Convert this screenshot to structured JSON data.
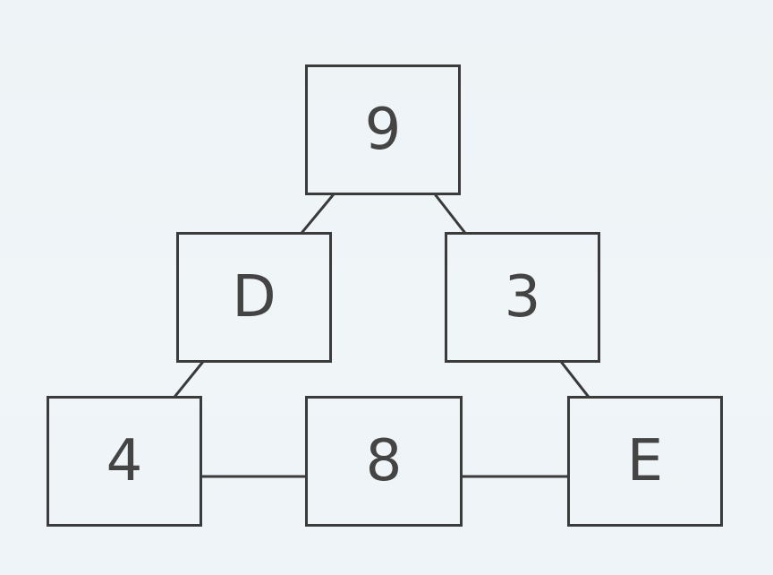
{
  "diagram": {
    "nodes": [
      {
        "id": "top",
        "label": "9"
      },
      {
        "id": "d",
        "label": "D"
      },
      {
        "id": "three",
        "label": "3"
      },
      {
        "id": "four",
        "label": "4"
      },
      {
        "id": "eight",
        "label": "8"
      },
      {
        "id": "e",
        "label": "E"
      }
    ],
    "edges": [
      {
        "from": "top",
        "to": "d"
      },
      {
        "from": "top",
        "to": "three"
      },
      {
        "from": "d",
        "to": "four"
      },
      {
        "from": "three",
        "to": "e"
      },
      {
        "from": "four",
        "to": "eight"
      },
      {
        "from": "eight",
        "to": "e"
      }
    ]
  }
}
